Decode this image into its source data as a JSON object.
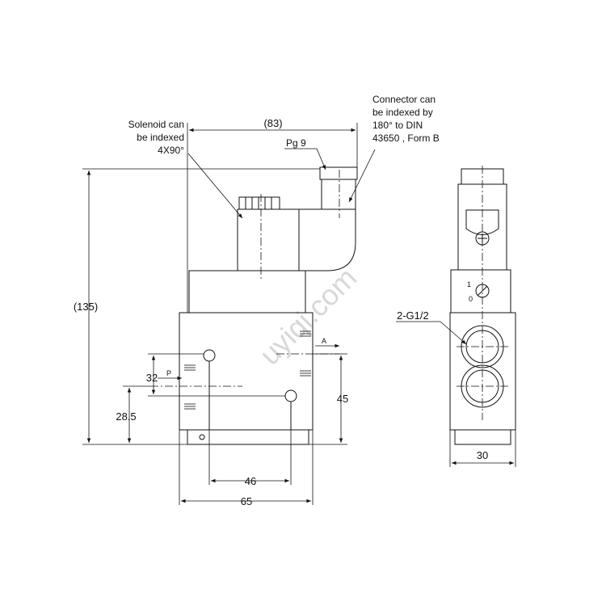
{
  "notes": {
    "solenoid": [
      "Solenoid can",
      "be indexed",
      "4X90°"
    ],
    "connector": [
      "Connector can",
      "be indexed by",
      "180° to DIN",
      "43650 , Form B"
    ]
  },
  "labels": {
    "pg": "Pg 9",
    "port_a": "A",
    "port_p": "P",
    "thread": "2-G1/2",
    "manual_1": "1",
    "manual_0": "0"
  },
  "dimensions": {
    "width_top": "(83)",
    "height_total": "(135)",
    "dim_32": "32",
    "dim_28_5": "28.5",
    "dim_45": "45",
    "dim_46": "46",
    "dim_65": "65",
    "dim_30": "30"
  },
  "watermark": "uyiqi.com",
  "colors": {
    "line": "#111111",
    "watermark": "#d8d8d8"
  }
}
